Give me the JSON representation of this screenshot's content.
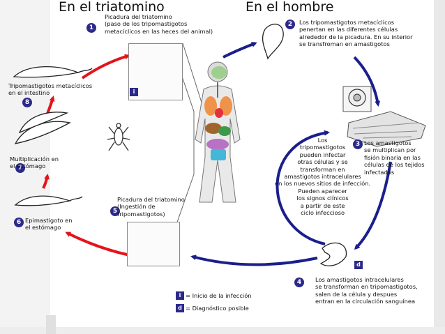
{
  "titles": {
    "left": "En el triatomino",
    "right": "En el hombre"
  },
  "steps": [
    {
      "num": "1",
      "text": "Picadura del triatomino\n(paso de los tripomastigotos\nmetacíclicos en las heces del animal)"
    },
    {
      "num": "2",
      "text": "Los tripomastigotos metacíclicos\npenertan en las diferentes células\nalrededor de la picadura. En su interior\nse transfroman en amastigotos"
    },
    {
      "num": "3",
      "text": "Los amastigotos\nse multiplican por\nfisión binaria en las\ncélulas de los tejidos\ninfectados"
    },
    {
      "num": "4",
      "text": "Los amastigotos intracelulares\nse transforman en tripomastigotos,\nsalen de la célula y despues\nentran en la circulación sanguínea"
    },
    {
      "num": "5",
      "text": "Picadura del triatomino\n(Ingestión de\ntripomastigotos)"
    },
    {
      "num": "6",
      "text": "Epimastigoto en\nel estómago"
    },
    {
      "num": "7",
      "text": "Multiplicación en\nel estómago"
    },
    {
      "num": "8",
      "text": "Tripomastigotos metacíclicos\nen el intestino"
    }
  ],
  "center_text": "Los\ntripomastigotos\npueden infectar\notras células y se\ntransforman en\namastigotos intracelulares\nen los nuevos sitios de infección.\nPueden aparecer\nlos signos clínicos\na partir de este\nciclo infeccioso",
  "legend": [
    {
      "tag": "i",
      "text": "= Inicio de la infección"
    },
    {
      "tag": "d",
      "text": "= Diagnóstico posible"
    }
  ],
  "colors": {
    "badge": "#2b2a8a",
    "human_arrows": "#1b1f8c",
    "vector_arrows": "#e3141b"
  },
  "icons": [
    "triatomine-bug-icon",
    "human-body-icon",
    "trypanosome-icon",
    "cell-icon"
  ]
}
